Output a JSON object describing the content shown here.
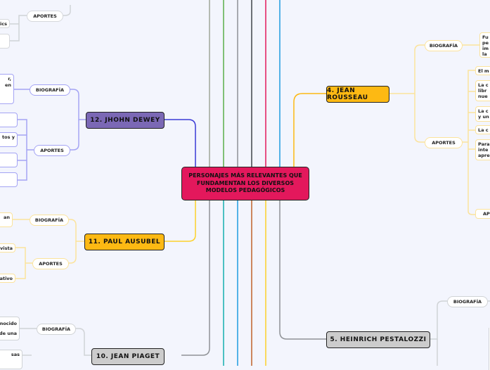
{
  "center": {
    "title": "PERSONAJES MÁS RELEVANTES QUE FUNDAMENTAN LOS DIVERSOS MODELOS PEDAGÓGICOS",
    "color": "#e3185c"
  },
  "topics": [
    {
      "label": "12. JHOHN DEWEY",
      "color": "#7b68b5"
    },
    {
      "label": "11. PAUL AUSUBEL",
      "color": "#fdb913"
    },
    {
      "label": "10. JEAN PIAGET",
      "color": "#cccccc"
    },
    {
      "label": "4. JEAN  ROUSSEAU",
      "color": "#fdb913"
    },
    {
      "label": "5. HEINRICH PESTALOZZI",
      "color": "#cccccc"
    }
  ],
  "subtopics": {
    "biografia": "BIOGRAFÍA",
    "aportes": "APORTES"
  },
  "leaves": {
    "top_aportes": [
      "ics",
      ""
    ],
    "dewey_bio": "r,\nen",
    "dewey_aportes": [
      "",
      "tos y",
      "",
      ""
    ],
    "ausubel_bio": "an",
    "ausubel_aportes": [
      "ctivista",
      "cativo"
    ],
    "piaget_bio": "nocido\nde una",
    "piaget_aportes": [
      "sas"
    ],
    "rousseau_bio": "Fu\npe\nim\nla",
    "rousseau_aportes": [
      "El m",
      "La c\nlibr\nnue",
      "La c\ny un",
      "La c",
      "Para\ninte\napre",
      "AP"
    ]
  }
}
